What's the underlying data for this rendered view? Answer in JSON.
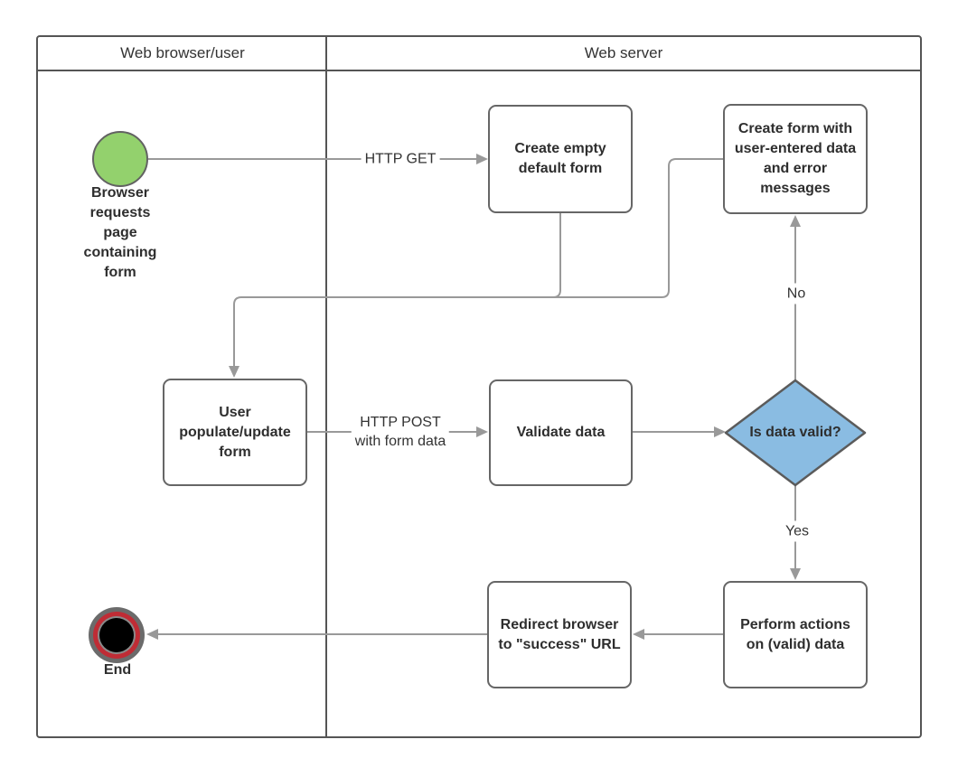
{
  "diagram": {
    "lanes": [
      {
        "label": "Web browser/user"
      },
      {
        "label": "Web server"
      }
    ],
    "nodes": {
      "start": {
        "label": "Browser\nrequests\npage\ncontaining\nform"
      },
      "create_empty_form": {
        "label": "Create empty\ndefault form"
      },
      "create_form_errors": {
        "label": "Create form with\nuser-entered data\nand error\nmessages"
      },
      "user_populate_form": {
        "label": "User\npopulate/update\nform"
      },
      "validate_data": {
        "label": "Validate data"
      },
      "decision": {
        "label": "Is data valid?"
      },
      "perform_actions": {
        "label": "Perform actions\non (valid) data"
      },
      "redirect_browser": {
        "label": "Redirect browser\nto \"success\" URL"
      },
      "end": {
        "label": "End"
      }
    },
    "edge_labels": {
      "http_get": "HTTP GET",
      "http_post": "HTTP POST\nwith form data",
      "no": "No",
      "yes": "Yes"
    },
    "colors": {
      "start_fill": "#93d16d",
      "decision_fill": "#8abce2",
      "end_ring": "#bf2c35",
      "connector": "#999999",
      "shape_border": "#666666",
      "lane_border": "#555555",
      "text": "#333333"
    }
  }
}
